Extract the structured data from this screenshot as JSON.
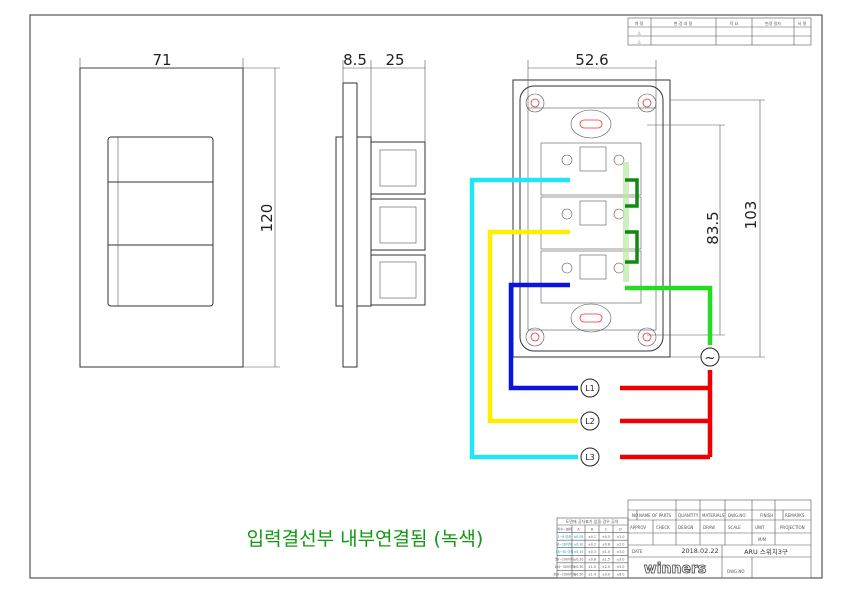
{
  "revision_table": {
    "headers": [
      "개 정",
      "변 경 내 용",
      "적 요",
      "변경 일자",
      "서 명"
    ],
    "rev_marks": [
      "△",
      "△"
    ]
  },
  "dimensions": {
    "front_width": "71",
    "front_height": "120",
    "side_plate": "8.5",
    "side_depth": "25",
    "back_width": "52.6",
    "back_hole_pitch": "83.5",
    "back_height": "103"
  },
  "wiring": {
    "terminals": [
      "L1",
      "L2",
      "L3"
    ],
    "source_symbol": "~",
    "colors": {
      "L1": "#0a14e0",
      "L2": "#ffee00",
      "L3": "#22e6f5",
      "input": "#22dd22",
      "jumper": "#118811",
      "source": "#ee0000"
    }
  },
  "note": {
    "text": "입력결선부 내부연결됨 (녹색)",
    "color": "#119911"
  },
  "title_block": {
    "parts_headers": [
      "NO",
      "NAME OF PARTS",
      "QUANTITY",
      "MATERIALS",
      "DWG.NO",
      "FINISH",
      "REMARKS"
    ],
    "approval_headers": [
      "APPROV",
      "CHECK",
      "DESIGN",
      "DRAW",
      "SCALE",
      "UNIT",
      "PROJECTION"
    ],
    "unit": "M/M",
    "date_label": "DATE",
    "date": "2018.02.22",
    "title": "ARU  스위치3구",
    "company": "winners",
    "dwg_no_label": "DWG.NO"
  },
  "tolerance_table": {
    "title": "도면에 공차표기 없을 경우 공차",
    "headers": [
      "치수~범위",
      "A",
      "B",
      "C",
      "D"
    ],
    "rows": [
      [
        "1~6 이하",
        "±0.05",
        "±0.1",
        "±0.5",
        "±1.0"
      ],
      [
        "6~18이하",
        "±0.10",
        "±0.2",
        "±0.8",
        "±2.0"
      ],
      [
        "18~50 이하",
        "±0.15",
        "±0.3",
        "±1.0",
        "±3.0"
      ],
      [
        "50~100이하",
        "±0.20",
        "±0.8",
        "±1.5",
        "±3.0"
      ],
      [
        "100~300이하",
        "±0.30",
        "±1.0",
        "±2.0",
        "±5.0"
      ],
      [
        "300~1000이하",
        "±0.50",
        "±1.4",
        "±3.0",
        "±8.0"
      ]
    ]
  }
}
